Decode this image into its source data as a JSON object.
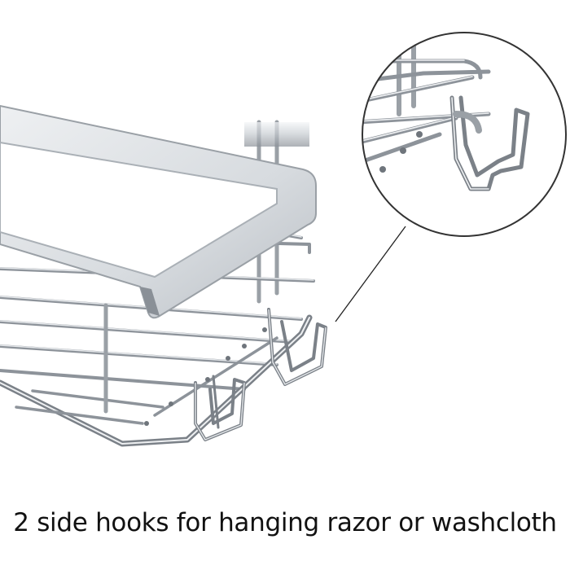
{
  "caption": "2 side hooks for hanging razor or washcloth",
  "colors": {
    "background": "#ffffff",
    "text": "#111111",
    "steel_dark": "#6f757c",
    "steel_light": "#e9ecef"
  },
  "illustration": {
    "subject": "chrome shower caddy basket with side hooks",
    "inset": "close-up of side hooks"
  }
}
